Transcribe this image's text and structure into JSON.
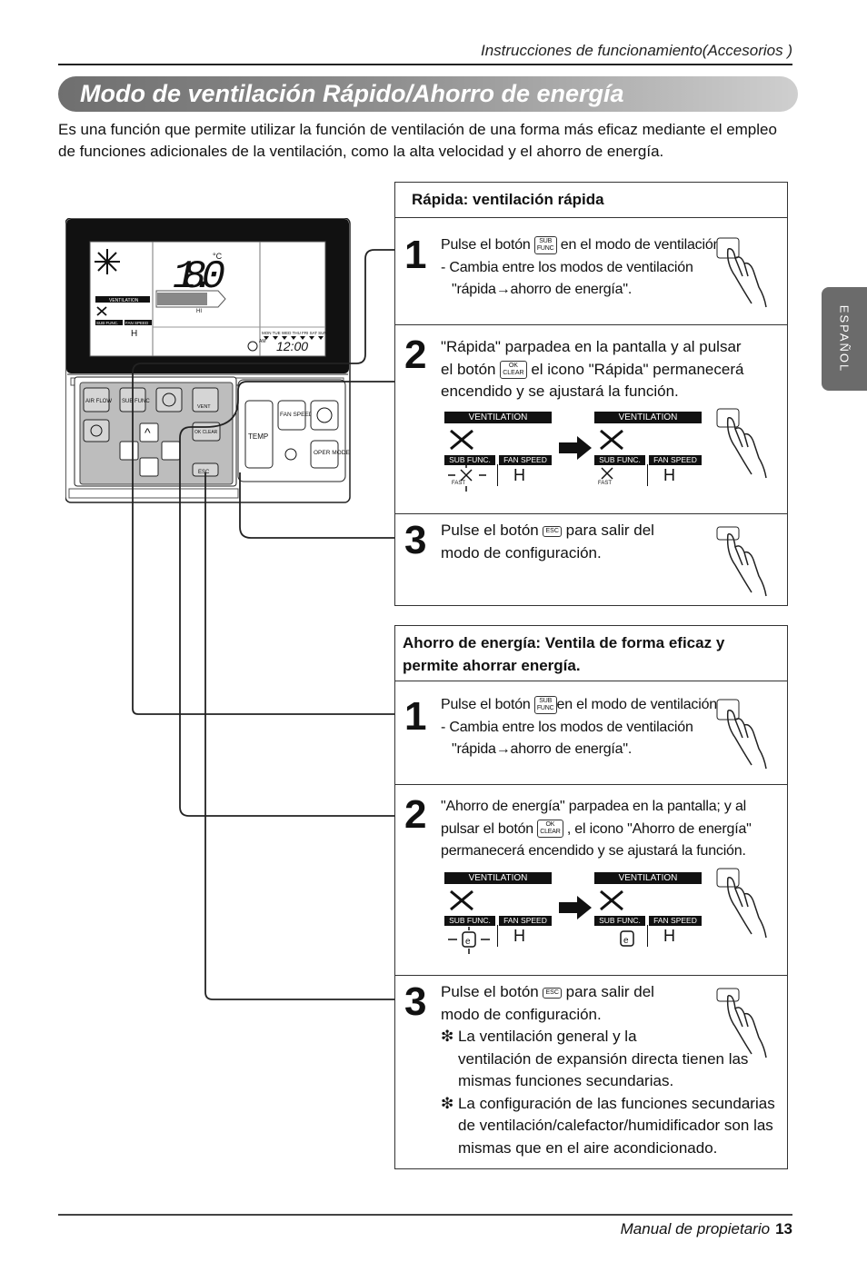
{
  "header": {
    "section": "Instrucciones de funcionamiento(Accesorios )"
  },
  "title": "Modo de ventilación Rápido/Ahorro de energía",
  "intro": "Es una función que permite utilizar la función de ventilación de una forma más eficaz mediante el empleo de funciones adicionales de la ventilación, como la alta velocidad y el ahorro de energía.",
  "side_tab": "ESPAÑOL",
  "remote": {
    "temp_unit": "°C",
    "temp_value": "18.0",
    "ventilation_label": "VENTILATION",
    "sub_func_label": "SUB FUNC.",
    "fan_speed_label": "FAN SPEED",
    "speed_letter": "H",
    "bar_letter": "HI",
    "days": "MON TUE WED THU FRI SAT SUN",
    "am": "AM",
    "time": "12:00",
    "btn_air_flow": "AIR FLOW",
    "btn_sub_func": "SUB FUNC",
    "btn_vent": "VENT",
    "btn_ok_clear": "OK CLEAR",
    "btn_esc": "ESC",
    "btn_fan_speed": "FAN SPEED",
    "btn_temp": "TEMP",
    "btn_oper_mode": "OPER MODE"
  },
  "fast": {
    "heading": "Rápida: ventilación rápida",
    "step1_num": "1",
    "step1_a": "Pulse el botón",
    "step1_b": "en el modo de ventilación.",
    "step1_c": "- Cambia entre los modos de ventilación",
    "step1_d": "\"rápida→ahorro de energía\".",
    "step2_num": "2",
    "step2_a": "\"Rápida\" parpadea en la pantalla y al pulsar",
    "step2_b": "el botón",
    "step2_c": "el icono \"Rápida\" permanecerá",
    "step2_d": "encendido y se ajustará la función.",
    "step3_num": "3",
    "step3_a": "Pulse el botón",
    "step3_b": "para salir del",
    "step3_c": "modo de configuración.",
    "fast_label": "FAST"
  },
  "energy": {
    "heading_1": "Ahorro de energía: Ventila de forma eficaz y",
    "heading_2": "permite ahorrar energía.",
    "step1_num": "1",
    "step1_a": "Pulse el botón",
    "step1_b": "en el modo de ventilación.",
    "step1_c": "- Cambia entre los modos de ventilación",
    "step1_d": "\"rápida→ahorro de energía\".",
    "step2_num": "2",
    "step2_a": "\"Ahorro de energía\" parpadea en la pantalla; y al",
    "step2_b": "pulsar el botón",
    "step2_c": ", el icono \"Ahorro de energía\"",
    "step2_d": "permanecerá encendido y se ajustará la función.",
    "step3_num": "3",
    "step3_a": "Pulse el botón",
    "step3_b": "para salir del",
    "step3_c": "modo de configuración.",
    "note1_a": "❇ La ventilación general y la",
    "note1_b": "ventilación de expansión directa tienen las",
    "note1_c": "mismas funciones secundarias.",
    "note2_a": "❇ La configuración de las funciones secundarias",
    "note2_b": "de ventilación/calefactor/humidificador son las",
    "note2_c": "mismas que en el aire acondicionado."
  },
  "kbd": {
    "sub": "SUB",
    "func": "FUNC",
    "ok": "OK",
    "clear": "CLEAR",
    "esc": "ESC"
  },
  "footer": {
    "text": "Manual de propietario",
    "page": "13"
  }
}
